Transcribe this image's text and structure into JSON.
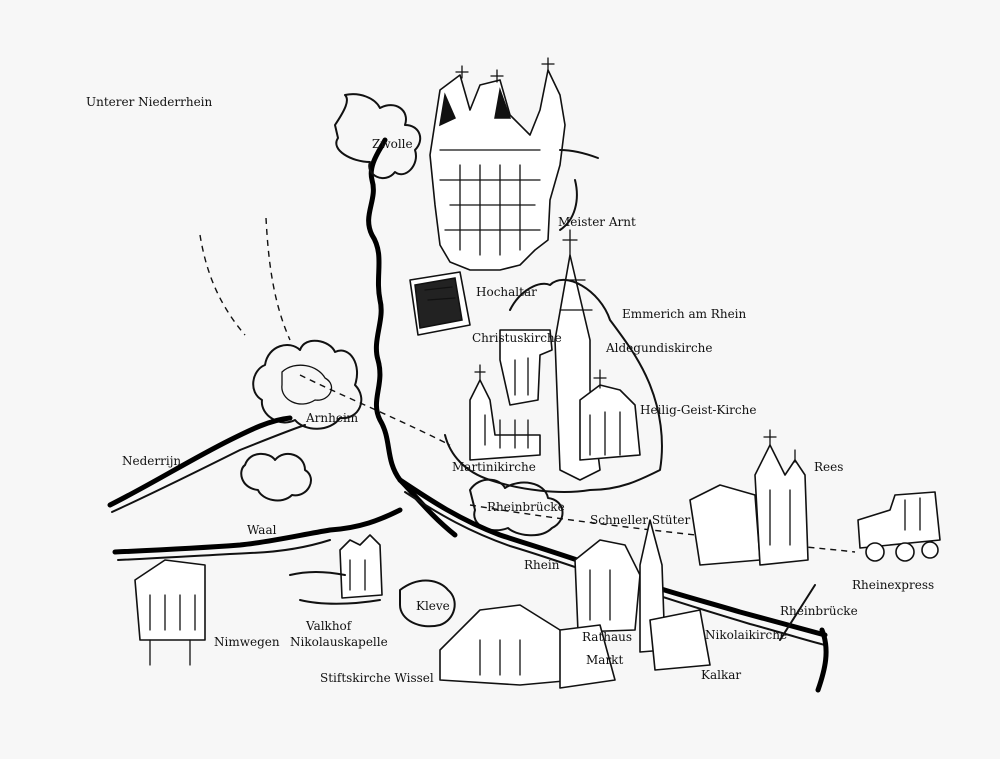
{
  "map": {
    "title": "Unterer Niederrhein",
    "labels": {
      "zwolle": "Zwolle",
      "meister_arnt": "Meister Arnt",
      "hochaltar": "Hochaltar",
      "emmerich": "Emmerich am Rhein",
      "christuskirche": "Christuskirche",
      "aldegundiskirche": "Aldegundiskirche",
      "heilig_geist": "Heilig-Geist-Kirche",
      "arnheim": "Arnheim",
      "nederrijn": "Nederrijn",
      "martinikirche": "Martinikirche",
      "rees": "Rees",
      "rheinbruecke_1": "Rheinbrücke",
      "schneller_stueter": "Schneller Stüter",
      "waal": "Waal",
      "rhein": "Rhein",
      "rheinexpress": "Rheinexpress",
      "rheinbruecke_2": "Rheinbrücke",
      "kleve": "Kleve",
      "valkhof": "Valkhof",
      "nikolauskapelle": "Nikolauskapelle",
      "nimwegen": "Nimwegen",
      "rathaus": "Rathaus",
      "markt": "Markt",
      "nikolaikirche": "Nikolaikirche",
      "kalkar": "Kalkar",
      "stiftskirche_wissel": "Stiftskirche Wissel"
    }
  }
}
